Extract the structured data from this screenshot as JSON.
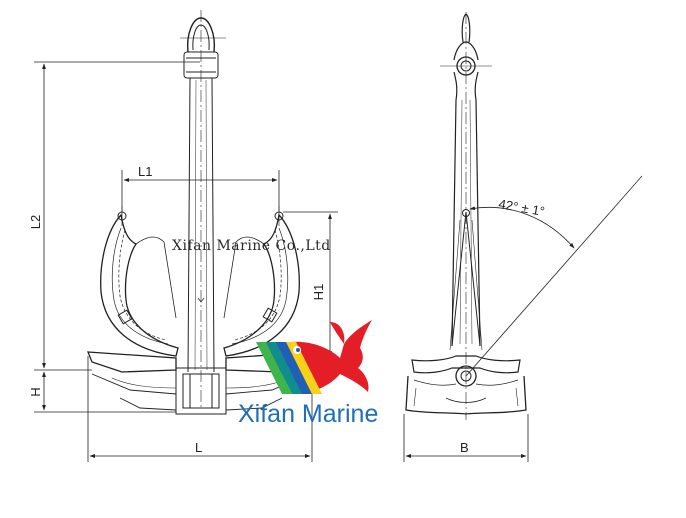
{
  "dimensions": {
    "L": "L",
    "L1": "L1",
    "L2": "L2",
    "H": "H",
    "H1": "H1",
    "B": "B",
    "angle": "42° ± 1°"
  },
  "watermark": "Xifan Marine Co.,Ltd",
  "logo": {
    "brand_name": "Xifan Marine",
    "colors": {
      "fish_red": "#e41e26",
      "text_blue": "#1d6fb8",
      "green": "#3db54a",
      "teal": "#0f8d8f",
      "blue": "#1f5fb5",
      "yellow": "#f7d117"
    }
  }
}
